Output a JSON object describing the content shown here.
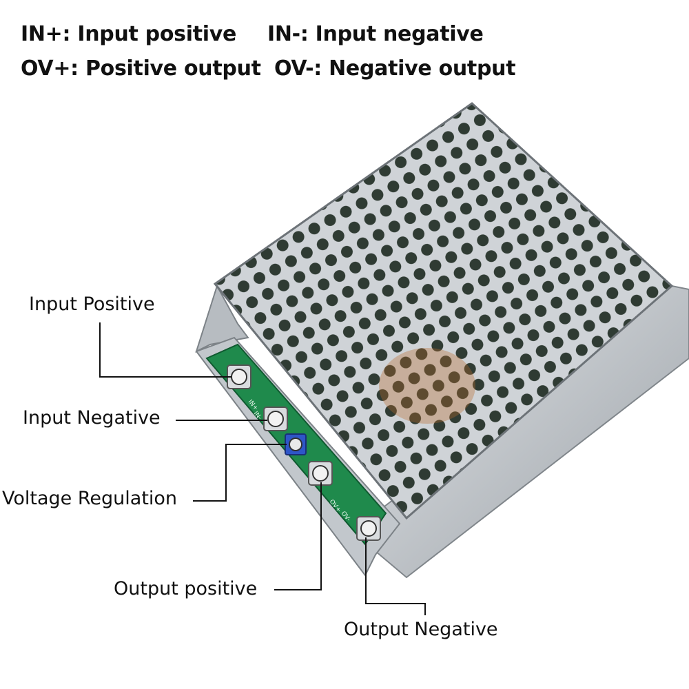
{
  "legend": {
    "in_pos": "IN+: Input positive",
    "in_neg": "IN-: Input negative",
    "ov_pos": "OV+: Positive output",
    "ov_neg": "OV-: Negative output"
  },
  "callouts": {
    "input_positive": "Input Positive",
    "input_negative": "Input Negative",
    "voltage_regulation": "Voltage Regulation",
    "output_positive": "Output positive",
    "output_negative": "Output Negative"
  },
  "pcb_marks": {
    "in_plus": "IN+",
    "in_minus": "IN-",
    "ov_plus": "OV+",
    "ov_minus": "OV-"
  },
  "colors": {
    "chassis": "#c9cdd1",
    "chassis_dark": "#8e9499",
    "pcb": "#1f8a4c",
    "pot": "#2e56c8",
    "leader": "#111111"
  }
}
